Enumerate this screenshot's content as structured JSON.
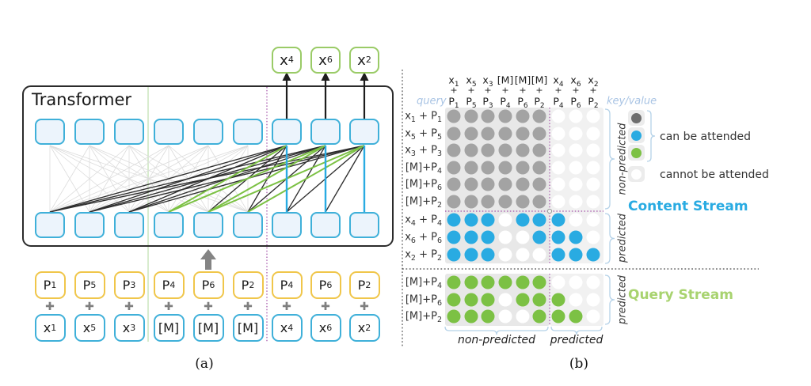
{
  "panel_a": {
    "transformer_label": "Transformer",
    "outputs": [
      "x_4",
      "x_6",
      "x_2"
    ],
    "input_positions": [
      "P_1",
      "P_5",
      "P_3",
      "P_4",
      "P_6",
      "P_2",
      "P_4",
      "P_6",
      "P_2"
    ],
    "input_tokens": [
      "x_1",
      "x_5",
      "x_3",
      "[M]",
      "[M]",
      "[M]",
      "x_4",
      "x_6",
      "x_2"
    ],
    "plus_symbol": "+",
    "caption": "(a)"
  },
  "panel_b": {
    "query_label": "query",
    "key_value_label": "key/value",
    "column_tokens": [
      "x_1",
      "x_5",
      "x_3",
      "[M]",
      "[M]",
      "[M]",
      "x_4",
      "x_6",
      "x_2"
    ],
    "column_positions": [
      "P_1",
      "P_5",
      "P_3",
      "P_4",
      "P_6",
      "P_2",
      "P_4",
      "P_6",
      "P_2"
    ],
    "plus_symbol": "+",
    "content_stream": {
      "title": "Content Stream",
      "rows": [
        {
          "label": "x_1 + P_1",
          "dot": "gray",
          "cells": [
            1,
            1,
            1,
            1,
            1,
            1,
            0,
            0,
            0
          ]
        },
        {
          "label": "x_5 + P_5",
          "dot": "gray",
          "cells": [
            1,
            1,
            1,
            1,
            1,
            1,
            0,
            0,
            0
          ]
        },
        {
          "label": "x_3 + P_3",
          "dot": "gray",
          "cells": [
            1,
            1,
            1,
            1,
            1,
            1,
            0,
            0,
            0
          ]
        },
        {
          "label": "[M]+P_4",
          "dot": "gray",
          "cells": [
            1,
            1,
            1,
            1,
            1,
            1,
            0,
            0,
            0
          ]
        },
        {
          "label": "[M]+P_6",
          "dot": "gray",
          "cells": [
            1,
            1,
            1,
            1,
            1,
            1,
            0,
            0,
            0
          ]
        },
        {
          "label": "[M]+P_2",
          "dot": "gray",
          "cells": [
            1,
            1,
            1,
            1,
            1,
            1,
            0,
            0,
            0
          ]
        },
        {
          "label": "x_4 + P_4",
          "dot": "blue",
          "cells": [
            1,
            1,
            1,
            0,
            1,
            1,
            1,
            0,
            0
          ]
        },
        {
          "label": "x_6 + P_6",
          "dot": "blue",
          "cells": [
            1,
            1,
            1,
            0,
            0,
            1,
            1,
            1,
            0
          ]
        },
        {
          "label": "x_2 + P_2",
          "dot": "blue",
          "cells": [
            1,
            1,
            1,
            0,
            0,
            0,
            1,
            1,
            1
          ]
        }
      ]
    },
    "query_stream": {
      "title": "Query Stream",
      "rows": [
        {
          "label": "[M]+P_4",
          "dot": "green",
          "cells": [
            1,
            1,
            1,
            1,
            1,
            1,
            0,
            0,
            0
          ]
        },
        {
          "label": "[M]+P_6",
          "dot": "green",
          "cells": [
            1,
            1,
            1,
            0,
            1,
            1,
            1,
            0,
            0
          ]
        },
        {
          "label": "[M]+P_2",
          "dot": "green",
          "cells": [
            1,
            1,
            1,
            0,
            0,
            1,
            1,
            1,
            0
          ]
        }
      ]
    },
    "legend": {
      "can_label": "can be attended",
      "cannot_label": "cannot be attended"
    },
    "group_labels": {
      "non_predicted": "non-predicted",
      "predicted": "predicted"
    },
    "caption": "(b)"
  },
  "colors": {
    "accent_blue": "#29abe2",
    "accent_green": "#7cc144",
    "dot_gray": "#a3a3a3",
    "dot_white": "#ffffff",
    "legend_gray": "#6e6e6e",
    "yellow_border": "#f0c64a",
    "pale_blue_label": "#a9c4e4",
    "purple_line": "#a34fa8",
    "pale_green_line": "#cfe8c2",
    "query_stream_title": "#a8d36f",
    "matrix_bg_left": "#e8e8e8",
    "matrix_bg_right": "#f1f1f1"
  }
}
